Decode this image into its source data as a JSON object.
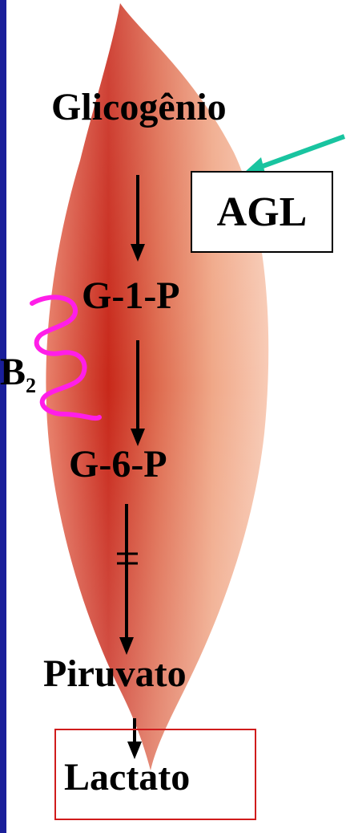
{
  "diagram": {
    "labels": {
      "glicogenio": "Glicogênio",
      "agl": "AGL",
      "g1p": "G-1-P",
      "beta_main": "B",
      "beta_sub": "2",
      "g6p": "G-6-P",
      "piruvato": "Piruvato",
      "lactato": "Lactato"
    },
    "colors": {
      "muscle_dark": "#c8281a",
      "muscle_light": "#f4b49a",
      "teal_arrow": "#19c4a0",
      "magenta_receptor": "#ff1ee8",
      "lactato_border": "#d01c1c",
      "left_band": "#1a1f9a"
    }
  }
}
